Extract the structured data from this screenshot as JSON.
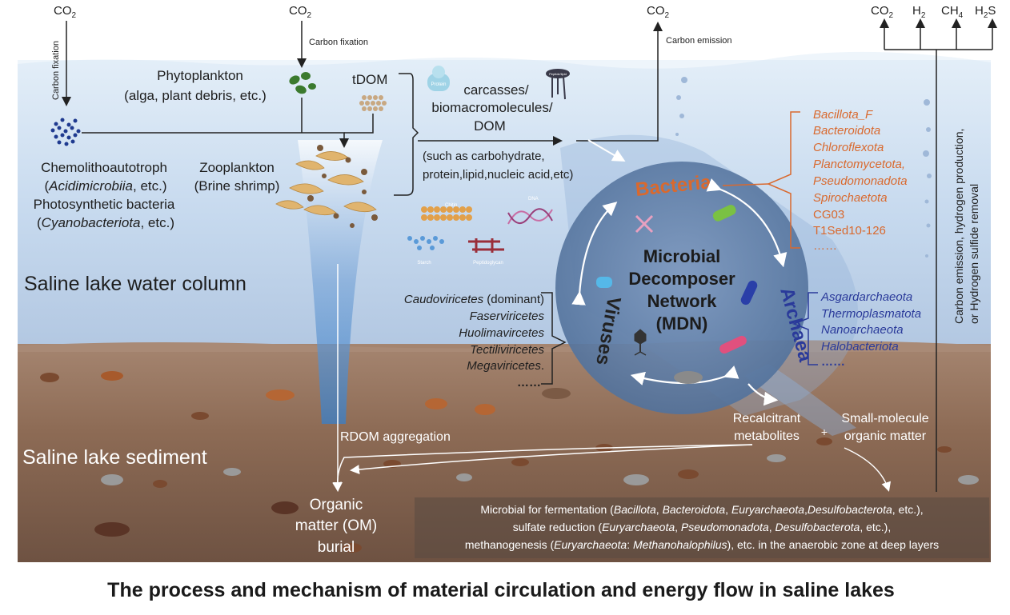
{
  "title": "The process and mechanism of material circulation and energy flow in saline lakes",
  "top_gases": {
    "co2_left": "CO",
    "co2_mid": "CO",
    "co2_right": "CO",
    "gas_co2": "CO",
    "gas_h2": "H",
    "gas_ch4": "CH",
    "gas_h2s": "H",
    "sub2": "2",
    "sub4": "4",
    "gas_h2s_tail": "S"
  },
  "carbon": {
    "fixation_vertical": "Carbon fixation",
    "fixation_mid": "Carbon fixation",
    "emission": "Carbon emission",
    "right_vertical_1": "Carbon emission, hydrogen production,",
    "right_vertical_2": "or Hydrogen sulfide removal"
  },
  "water": {
    "phytoplankton": "Phytoplankton",
    "phytoplankton_sub": "(alga, plant debris, etc.)",
    "tdom": "tDOM",
    "chemo": "Chemolithoautotroph",
    "chemo_sub_open": "(",
    "chemo_sub_italic": "Acidimicrobiia",
    "chemo_sub_close": ", etc.)",
    "photo": "Photosynthetic bacteria",
    "photo_sub_open": "(",
    "photo_sub_italic": "Cyanobacteriota",
    "photo_sub_close": ", etc.)",
    "zooplankton": "Zooplankton",
    "zooplankton_sub": "(Brine shrimp)",
    "column_label": "Saline lake water column",
    "sediment_label": "Saline lake sediment"
  },
  "dom": {
    "line1": "carcasses/",
    "line2": "biomacromolecules/",
    "line3": "DOM",
    "examples_1": "(such as carbohydrate,",
    "examples_2": "protein,lipid,nucleic acid,etc)",
    "protein_tag": "Protein",
    "peptide_tag": "Peptide/lipid",
    "chitin": "Chitin",
    "dna": "DNA",
    "starch": "Starch",
    "peptidoglycan": "Peptidoglycan"
  },
  "mdn": {
    "line1": "Microbial",
    "line2": "Decomposer",
    "line3": "Network",
    "line4": "(MDN)",
    "bacteria": "Bacteria",
    "archaea": "Archaea",
    "viruses": "Viruses"
  },
  "bacteria_taxa": [
    "Bacillota_F",
    "Bacteroidota",
    "Chloroflexota",
    "Planctomycetota,",
    "Pseudomonadota",
    "Spirochaetota"
  ],
  "bacteria_plain": [
    "CG03",
    "T1Sed10-126",
    "……"
  ],
  "archaea_taxa": [
    "Asgardarchaeota",
    "Thermoplasmatota",
    "Nanoarchaeota",
    "Halobacteriota"
  ],
  "archaea_more": "……",
  "virus_taxa": [
    {
      "italic": "Caudoviricetes",
      "plain": " (dominant)"
    },
    {
      "italic": "Faserviricetes",
      "plain": ""
    },
    {
      "italic": "Huolimavircetes",
      "plain": ""
    },
    {
      "italic": "Tectiliviricetes",
      "plain": ""
    },
    {
      "italic": "Megaviricetes",
      "plain": "."
    }
  ],
  "virus_more": "……",
  "sediment": {
    "rdom": "RDOM aggregation",
    "recalcitrant_1": "Recalcitrant",
    "recalcitrant_2": "metabolites",
    "plus": "+",
    "small_1": "Small-molecule",
    "small_2": "organic matter",
    "om_1": "Organic",
    "om_2": "matter (OM)",
    "om_3": "burial"
  },
  "anaerobic": {
    "l1_a": "Microbial for fermentation (",
    "l1_b": "Bacillota",
    "l1_c": ", ",
    "l1_d": "Bacteroidota",
    "l1_e": ", ",
    "l1_f": "Euryarchaeota",
    "l1_g": ",",
    "l1_h": "Desulfobacterota",
    "l1_i": ", etc.),",
    "l2_a": "sulfate reduction (",
    "l2_b": "Euryarchaeota",
    "l2_c": ", ",
    "l2_d": "Pseudomonadota",
    "l2_e": ", ",
    "l2_f": "Desulfobacterota",
    "l2_g": ", etc.),",
    "l3_a": "methanogenesis (",
    "l3_b": "Euryarchaeota",
    "l3_c": ": ",
    "l3_d": "Methanohalophilus",
    "l3_e": "), etc. in the anaerobic zone at deep layers"
  },
  "colors": {
    "water_top": "#d6e6f5",
    "water_bottom": "#b8cde6",
    "sediment": "#8a6650",
    "mdn_circle": "#5f7ea8",
    "bacteria": "#d9692e",
    "archaea": "#2a3a9a"
  }
}
